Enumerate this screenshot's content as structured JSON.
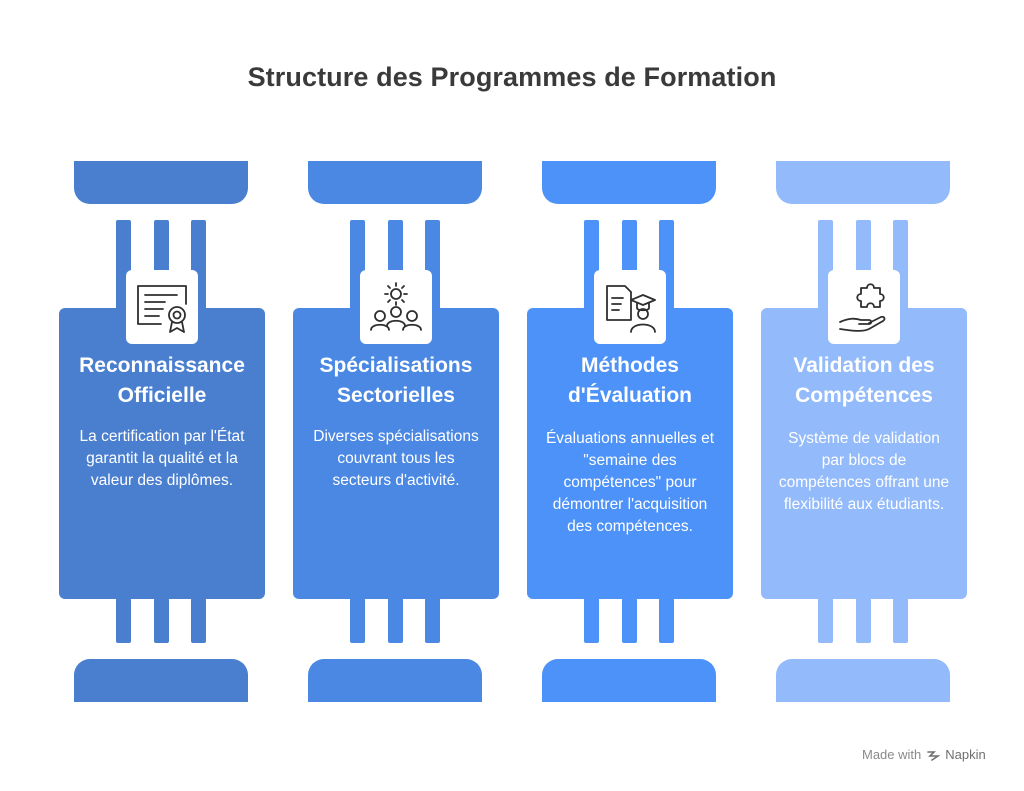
{
  "title": "Structure des Programmes de Formation",
  "colors": [
    "#4a7fd0",
    "#4a88e4",
    "#4d92f8",
    "#93bafa"
  ],
  "pillars": [
    {
      "title": "Reconnaissance Officielle",
      "description": "La certification par l'État garantit la qualité et la valeur des diplômes.",
      "icon": "certificate-icon"
    },
    {
      "title": "Spécialisations Sectorielles",
      "description": "Diverses spécialisations couvrant tous les secteurs d'activité.",
      "icon": "gears-people-icon"
    },
    {
      "title": "Méthodes d'Évaluation",
      "description": "Évaluations annuelles et \"semaine des compétences\" pour démontrer l'acquisition des compétences.",
      "icon": "exam-student-icon"
    },
    {
      "title": "Validation des Compétences",
      "description": "Système de validation par blocs de compétences offrant une flexibilité aux étudiants.",
      "icon": "puzzle-hand-icon"
    }
  ],
  "footer": {
    "made_with": "Made with",
    "brand": "Napkin"
  }
}
